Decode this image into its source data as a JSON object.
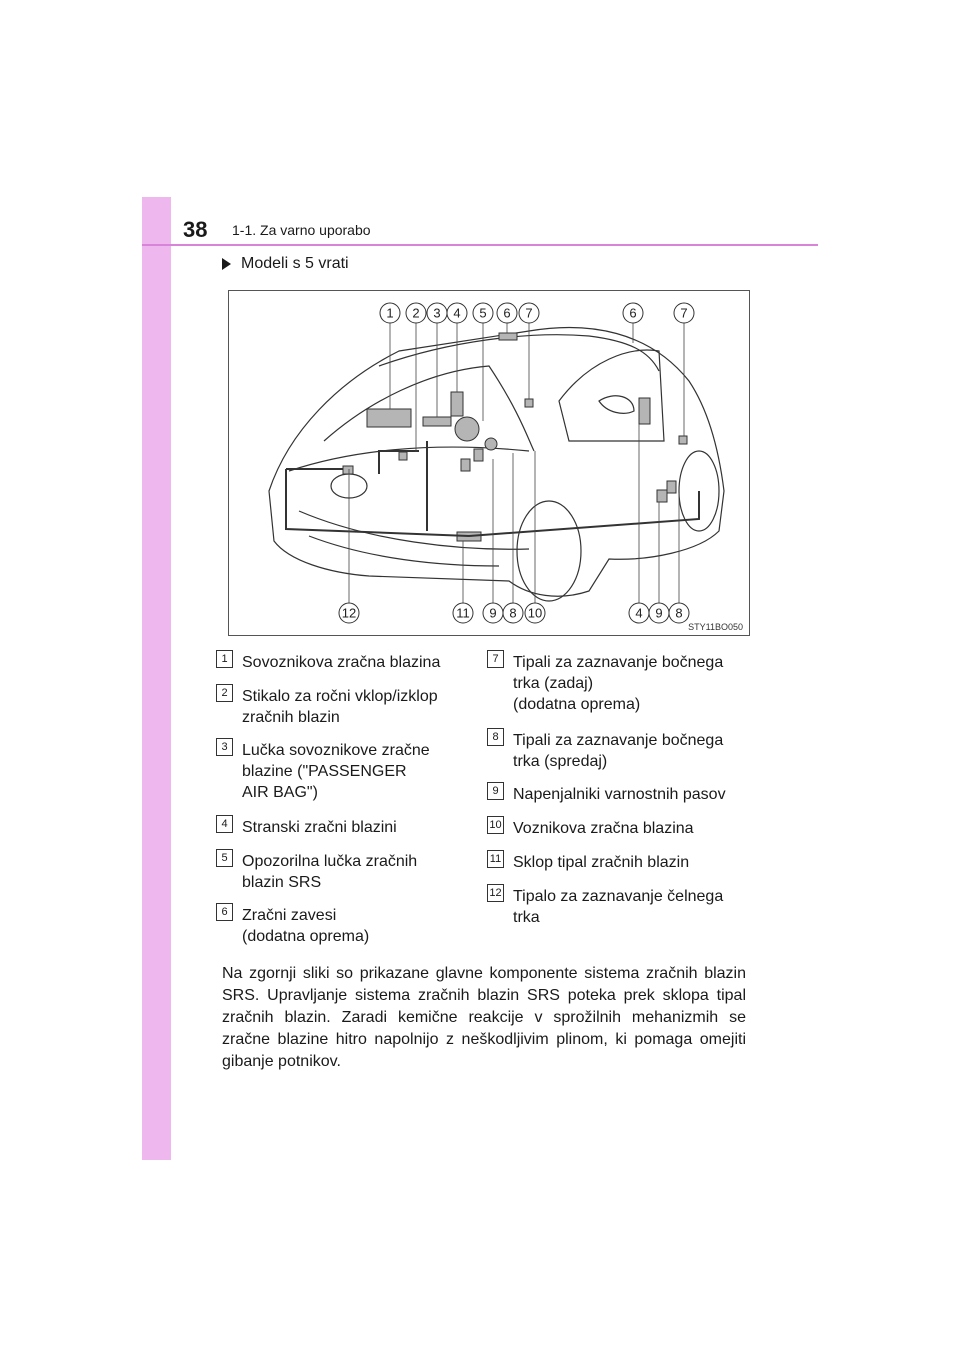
{
  "header": {
    "page_number": "38",
    "section": "1-1. Za varno uporabo"
  },
  "model_heading": "Modeli s 5 vrati",
  "figure": {
    "code": "STY11BO050",
    "callouts_top": [
      "1",
      "2",
      "3",
      "4",
      "5",
      "6",
      "7",
      "6",
      "7"
    ],
    "callouts_bottom": [
      "12",
      "11",
      "9",
      "8",
      "10",
      "4",
      "9",
      "8"
    ]
  },
  "legend_left": [
    {
      "num": "1",
      "text": "Sovoznikova zračna blazina"
    },
    {
      "num": "2",
      "text": "Stikalo za ročni vklop/izklop\nzračnih blazin"
    },
    {
      "num": "3",
      "text": "Lučka sovoznikove zračne\nblazine (\"PASSENGER\nAIR BAG\")"
    },
    {
      "num": "4",
      "text": "Stranski zračni blazini"
    },
    {
      "num": "5",
      "text": "Opozorilna lučka zračnih\nblazin SRS"
    },
    {
      "num": "6",
      "text": "Zračni zavesi\n(dodatna oprema)"
    }
  ],
  "legend_right": [
    {
      "num": "7",
      "text": "Tipali za zaznavanje bočnega\ntrka (zadaj)\n(dodatna oprema)"
    },
    {
      "num": "8",
      "text": "Tipali za zaznavanje bočnega\ntrka (spredaj)"
    },
    {
      "num": "9",
      "text": "Napenjalniki varnostnih pasov"
    },
    {
      "num": "10",
      "text": "Voznikova zračna blazina"
    },
    {
      "num": "11",
      "text": "Sklop tipal zračnih blazin"
    },
    {
      "num": "12",
      "text": "Tipalo za zaznavanje čelnega\ntrka"
    }
  ],
  "paragraph": "Na zgornji sliki so prikazane glavne komponente sistema zračnih blazin SRS. Upravljanje sistema zračnih blazin SRS poteka prek sklopa tipal zračnih blazin. Zaradi kemične reakcije v sprožilnih mehanizmih se zračne blazine hitro napolnijo z neškodljivim plinom, ki pomaga omejiti gibanje potnikov.",
  "colors": {
    "sidebar": "#eeb8ee",
    "rule": "#d884d8"
  }
}
